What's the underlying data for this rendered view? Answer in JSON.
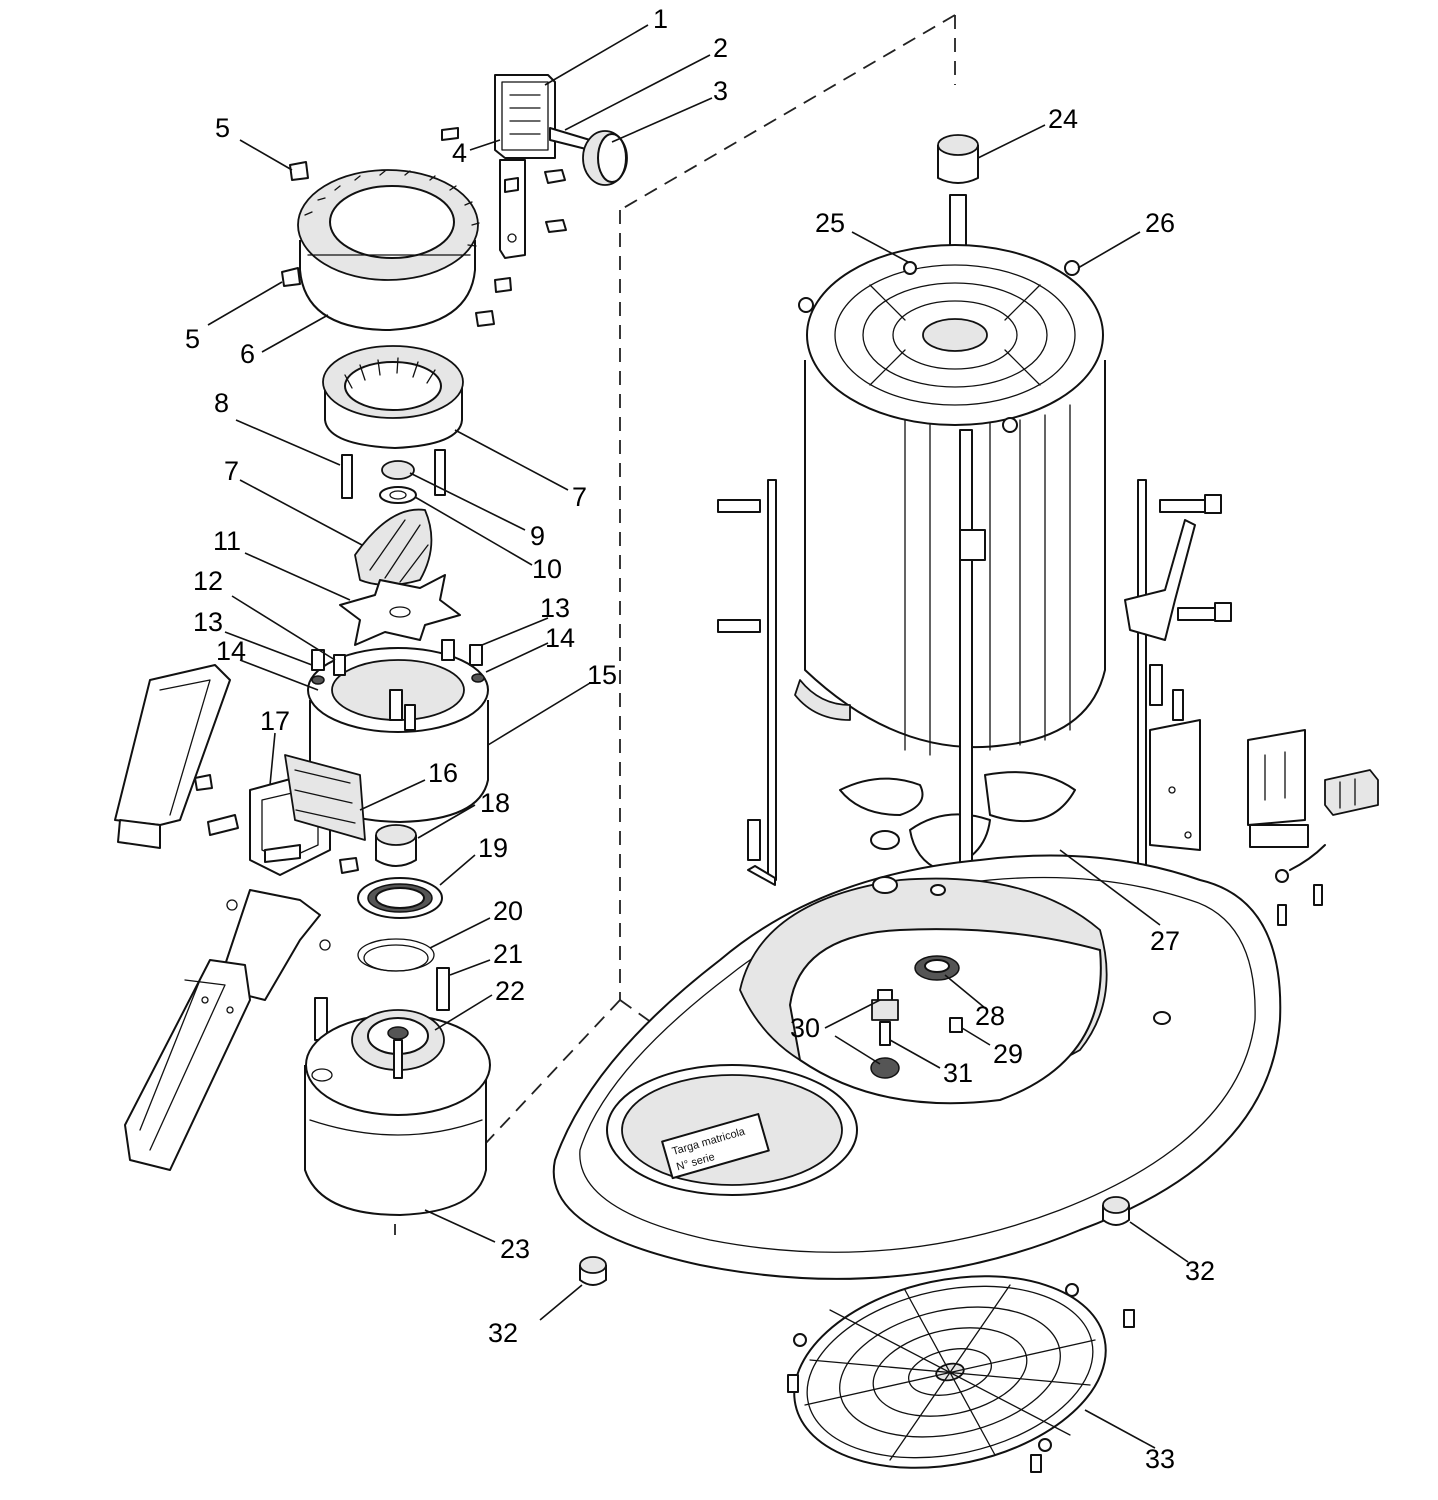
{
  "callouts": [
    "1",
    "2",
    "3",
    "4",
    "5",
    "5",
    "6",
    "7",
    "7",
    "8",
    "9",
    "10",
    "11",
    "12",
    "13",
    "13",
    "14",
    "14",
    "15",
    "16",
    "17",
    "18",
    "19",
    "20",
    "21",
    "22",
    "23",
    "24",
    "25",
    "26",
    "27",
    "28",
    "29",
    "30",
    "31",
    "32",
    "32",
    "33"
  ],
  "nameplate": {
    "line1": "Targa matricola",
    "line2": "N° serie"
  }
}
